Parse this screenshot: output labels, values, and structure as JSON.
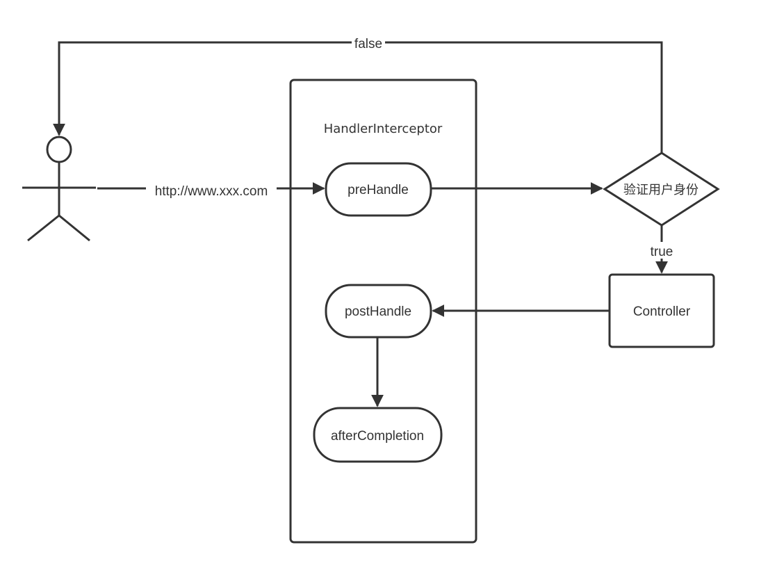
{
  "diagram": {
    "container_title": "HandlerInterceptor",
    "nodes": {
      "prehandle": "preHandle",
      "posthandle": "postHandle",
      "aftercompletion": "afterCompletion",
      "decision": "验证用户身份",
      "controller": "Controller"
    },
    "edges": {
      "request_url": "http://www.xxx.com",
      "false_label": "false",
      "true_label": "true"
    }
  },
  "colors": {
    "stroke": "#333333",
    "background": "#ffffff"
  }
}
